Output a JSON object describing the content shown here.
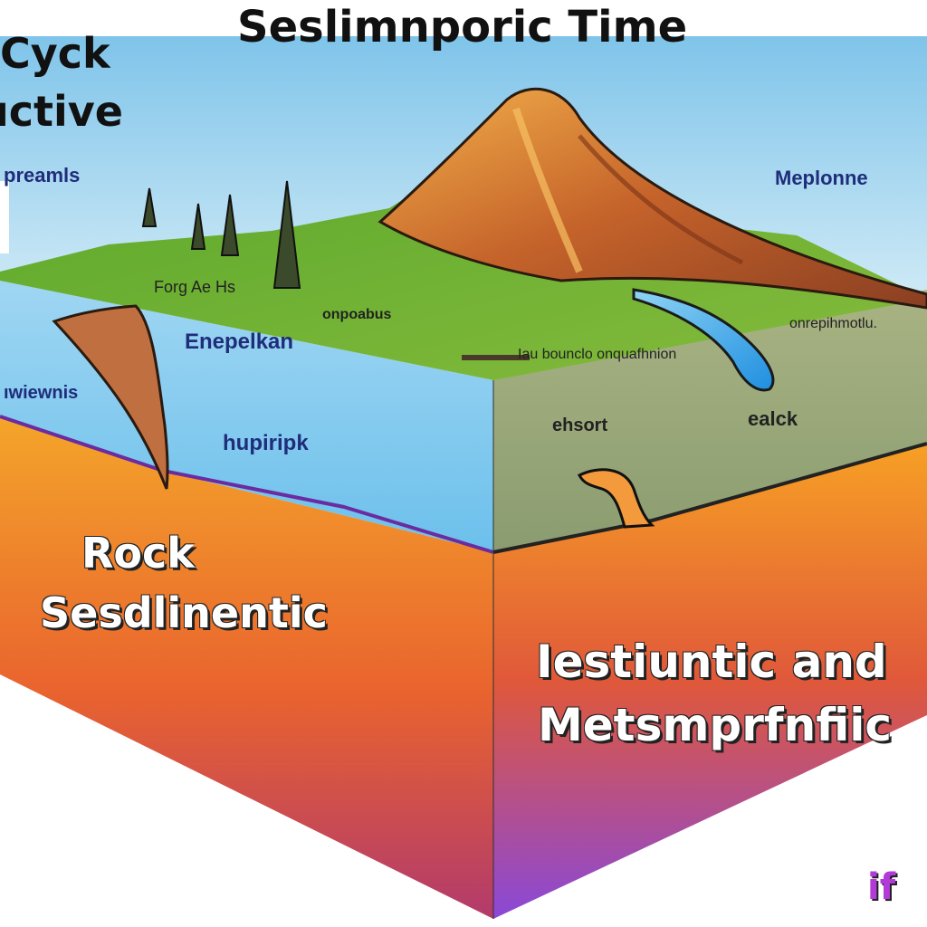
{
  "diagram": {
    "title": "Seslimnporic Time",
    "corner_title_line1": "Cyck",
    "corner_title_line2": "ıctive",
    "label_top_left": "preamls",
    "label_mountain": "Meplonne",
    "label_trees": "Forg Ae Hs",
    "label_surface": "onpoabus",
    "label_left_block_1": "Enepelkan",
    "label_left_edge": "ıwiewnis",
    "label_left_block_2": "hupiripk",
    "label_right_top": "onrepihmotlu.",
    "label_front_edge": "Iau bounclo onquafhnion",
    "label_right_1": "ehsort",
    "label_right_2": "ealck",
    "bottom_left_line1": "Rock",
    "bottom_left_line2": "Sesdlinentic",
    "bottom_right_line1": "Iestiuntic and",
    "bottom_right_line2": "Metsmprfnfiic",
    "corner_mark": "if",
    "colors": {
      "sky": "#8fd0ee",
      "grass": "#6cb23a",
      "water": "#7ec8ec",
      "mantle_top": "#f0a020",
      "mantle_bottom": "#9a4cd8",
      "magma": "#f39a3c"
    },
    "icons": [
      "volcano-icon",
      "tree-icon",
      "magma-chamber-icon"
    ]
  }
}
